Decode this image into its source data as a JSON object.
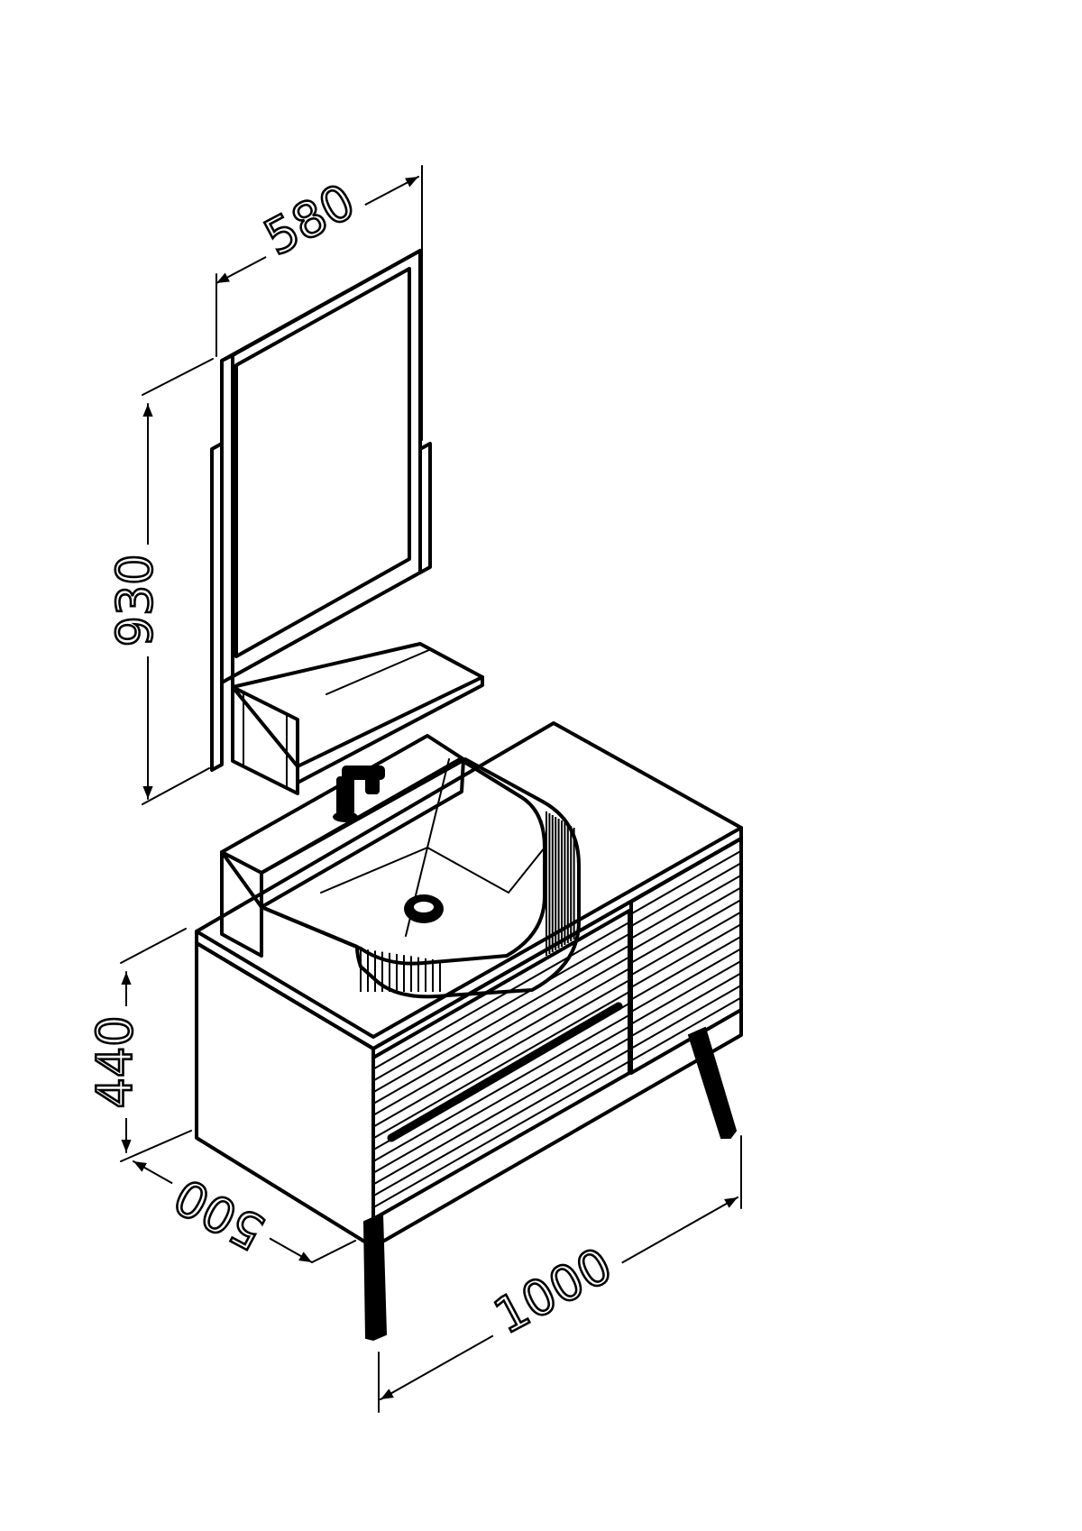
{
  "dimensions": {
    "mirror_width": "580",
    "mirror_height": "930",
    "cabinet_height": "440",
    "cabinet_depth": "500",
    "cabinet_width": "1000"
  }
}
